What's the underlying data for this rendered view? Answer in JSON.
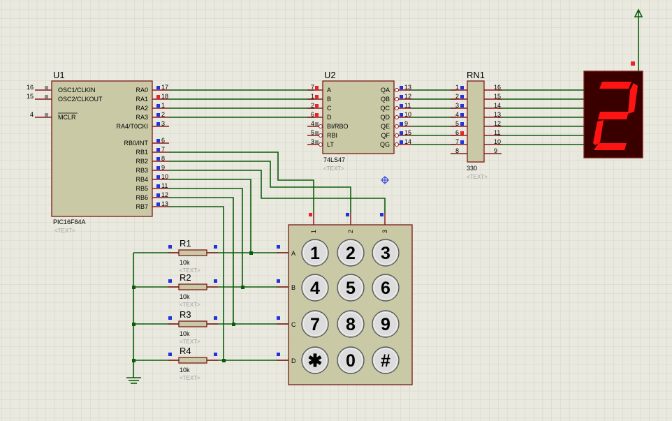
{
  "colors": {
    "background": "#e9e9df",
    "grid": "#d3d3c6",
    "wire": "#0a5c0a",
    "pin": "#8b1a1a",
    "body": "#c9c9a6",
    "body_stroke": "#7a1a1a",
    "pin_marker_blue": "#2233dd",
    "pin_marker_red": "#ee2222",
    "pin_marker_gray": "#8a8a8a",
    "display_bg": "#3a0000",
    "display_seg": "#ff1414",
    "key_fill": "#dcdcdc",
    "text_placeholder": "#a0a0a0"
  },
  "u1": {
    "ref": "U1",
    "part": "PIC16F84A",
    "text_placeholder": "<TEXT>",
    "left_pins": [
      {
        "num": "16",
        "name": "OSC1/CLKIN"
      },
      {
        "num": "15",
        "name": "OSC2/CLKOUT"
      },
      {
        "num": "4",
        "name": "MCLR"
      }
    ],
    "right_pins": [
      {
        "num": "17",
        "name": "RA0"
      },
      {
        "num": "18",
        "name": "RA1"
      },
      {
        "num": "1",
        "name": "RA2"
      },
      {
        "num": "2",
        "name": "RA3"
      },
      {
        "num": "3",
        "name": "RA4/T0CKI"
      },
      {
        "num": "6",
        "name": "RB0/INT"
      },
      {
        "num": "7",
        "name": "RB1"
      },
      {
        "num": "8",
        "name": "RB2"
      },
      {
        "num": "9",
        "name": "RB3"
      },
      {
        "num": "10",
        "name": "RB4"
      },
      {
        "num": "11",
        "name": "RB5"
      },
      {
        "num": "12",
        "name": "RB6"
      },
      {
        "num": "13",
        "name": "RB7"
      }
    ]
  },
  "u2": {
    "ref": "U2",
    "part": "74LS47",
    "text_placeholder": "<TEXT>",
    "left_pins": [
      {
        "num": "7",
        "name": "A"
      },
      {
        "num": "1",
        "name": "B"
      },
      {
        "num": "2",
        "name": "C"
      },
      {
        "num": "6",
        "name": "D"
      },
      {
        "num": "4",
        "name": "BI/RBO"
      },
      {
        "num": "5",
        "name": "RBI"
      },
      {
        "num": "3",
        "name": "LT"
      }
    ],
    "right_pins": [
      {
        "num": "13",
        "name": "QA"
      },
      {
        "num": "12",
        "name": "QB"
      },
      {
        "num": "11",
        "name": "QC"
      },
      {
        "num": "10",
        "name": "QD"
      },
      {
        "num": "9",
        "name": "QE"
      },
      {
        "num": "15",
        "name": "QF"
      },
      {
        "num": "14",
        "name": "QG"
      }
    ]
  },
  "rn1": {
    "ref": "RN1",
    "value": "330",
    "text_placeholder": "<TEXT>",
    "left_pins": [
      "1",
      "2",
      "3",
      "4",
      "5",
      "6",
      "7",
      "8"
    ],
    "right_pins": [
      "16",
      "15",
      "14",
      "13",
      "12",
      "11",
      "10",
      "9"
    ]
  },
  "display": {
    "digit": "2"
  },
  "resistors": [
    {
      "ref": "R1",
      "value": "10k",
      "text_placeholder": "<TEXT>"
    },
    {
      "ref": "R2",
      "value": "10k",
      "text_placeholder": "<TEXT>"
    },
    {
      "ref": "R3",
      "value": "10k",
      "text_placeholder": "<TEXT>"
    },
    {
      "ref": "R4",
      "value": "10k",
      "text_placeholder": "<TEXT>"
    }
  ],
  "keypad": {
    "col_labels": [
      "1",
      "2",
      "3"
    ],
    "row_labels": [
      "A",
      "B",
      "C",
      "D"
    ],
    "keys": [
      "1",
      "2",
      "3",
      "4",
      "5",
      "6",
      "7",
      "8",
      "9",
      "✱",
      "0",
      "#"
    ]
  }
}
